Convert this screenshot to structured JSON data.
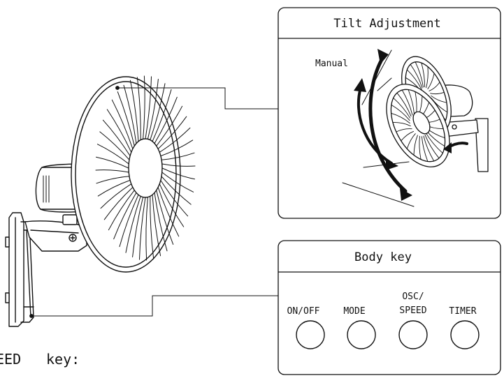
{
  "tilt_panel": {
    "title": "Tilt Adjustment",
    "manual_label": "Manual"
  },
  "body_key_panel": {
    "title": "Body key",
    "buttons": [
      {
        "label_line1": "ON/OFF",
        "label_line2": ""
      },
      {
        "label_line1": "MODE",
        "label_line2": ""
      },
      {
        "label_line1": "OSC/",
        "label_line2": "SPEED"
      },
      {
        "label_line1": "TIMER",
        "label_line2": ""
      }
    ]
  },
  "footer_text": {
    "left_fragment": "EED",
    "key_word": "key:"
  }
}
